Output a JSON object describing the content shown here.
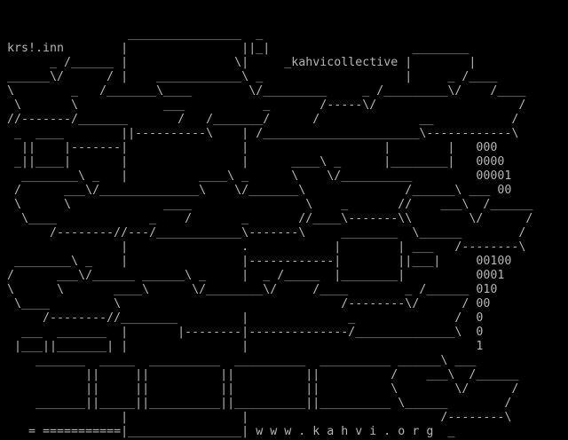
{
  "colors": {
    "background": "#000000",
    "foreground": "#b4b4b4"
  },
  "art": {
    "lines": [
      "                  ________________  _",
      " krs!.inn        |                ||_|                    ________",
      "       _ /______ |               \\|     _kahvicollective |        |",
      " ______\\/      / |    ____________\\ _                    |     _ /____",
      " \\        _   /_______\\____        \\/_________     _ /_________\\/    /____",
      "  \\       \\            ___           _       /-----\\/                    /",
      " //-------/_______       /   /_______/      /              __           /",
      "  _  ____        ||----------\\    | /______________________\\------------\\",
      "   ||    |-------|                |                   |        |   000",
      "  _||____|       |                |      ____\\ _      |________|   0000",
      "   ________\\ _   |          ____\\ _      \\    \\/__________         00001",
      "  /      ___\\/______________\\    \\/_______\\              /______\\ ___ 00",
      "  \\      \\             ____                \\    _       //    ___\\  /______",
      "   \\____             _    /       _       //____\\-------\\\\        \\/      /",
      "       /--------//---/____________\\-------\\     ________  \\______        /",
      "                 |                .            |        | ___   /--------\\",
      "  ________\\ _    |                |------------|        ||___|     00100",
      " /      ___\\/______ ______\\ _     |  _ /_____  |________|          0001",
      " \\      \\       ____\\      \\/________\\/     /____        _ /______ 010",
      "  \\____         \\                               /--------\\/      / 00",
      "      /--------//________         |              _              /  0",
      "   ___  _______  |       |--------|--------------/______________\\  0",
      "  |___||_______| |                |                                1",
      "     _______  _____  __________  __________  __________ ______\\ ___",
      "            ||     ||          ||          ||          /    ___\\  /______",
      "            ||     ||          ||          ||          \\        \\/      /",
      "     _______||_____||__________||__________||__________ \\______        /",
      "                 |                |                           /--------\\",
      "    = ===========|________________| w w w . k a h v i . o r g  _"
    ]
  }
}
